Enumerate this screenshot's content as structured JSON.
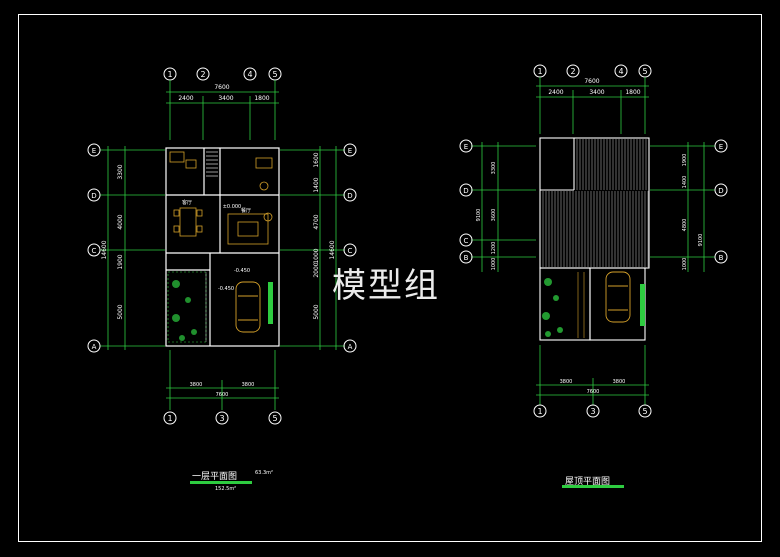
{
  "plans": [
    {
      "title": "一层平面图",
      "area_note": "63.3m²",
      "total_note": "152.5m²",
      "top_total": "7600",
      "top_dims": [
        "2400",
        "3400",
        "1800"
      ],
      "top_axes": [
        "1",
        "2",
        "4",
        "5"
      ],
      "bottom_dims": [
        "3800",
        "3800"
      ],
      "bottom_total": "7600",
      "bottom_axes": [
        "1",
        "3",
        "5"
      ],
      "left_total": "14600",
      "left_dims": [
        "3300",
        "4000",
        "1900",
        "5000"
      ],
      "right_total": "14600",
      "right_dims": [
        "1600",
        "1400",
        "4700",
        "1000",
        "2000",
        "5000"
      ],
      "row_axes": [
        "E",
        "D",
        "C",
        "A"
      ],
      "room_labels": [
        "客厅",
        "餐厅",
        "±0.000",
        "-0.450",
        "-0.450"
      ]
    },
    {
      "title": "屋顶平面图",
      "top_total": "7600",
      "top_dims": [
        "2400",
        "3400",
        "1800"
      ],
      "top_axes": [
        "1",
        "2",
        "4",
        "5"
      ],
      "bottom_dims": [
        "3800",
        "3800"
      ],
      "bottom_total": "7600",
      "bottom_axes": [
        "1",
        "3",
        "5"
      ],
      "left_dims": [
        "3300",
        "3600",
        "1200",
        "1000",
        "9100"
      ],
      "right_dims": [
        "1900",
        "1400",
        "4800",
        "1000",
        "9100"
      ],
      "row_axes": [
        "E",
        "D",
        "C",
        "B"
      ]
    }
  ],
  "watermark": "模型组",
  "colors": {
    "background": "#000000",
    "dimension": "#2ecc40",
    "walls": "#ffffff",
    "furniture": "#d4a02a",
    "axis_circle": "#ffffff"
  }
}
